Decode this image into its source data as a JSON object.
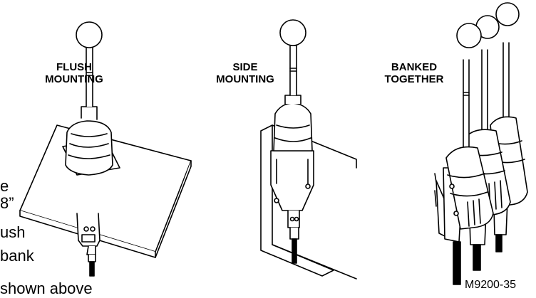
{
  "labels": {
    "flush_line1": "FLUSH",
    "flush_line2": "MOUNTING",
    "side_line1": "SIDE",
    "side_line2": "MOUNTING",
    "banked_line1": "BANKED",
    "banked_line2": "TOGETHER"
  },
  "body_text": {
    "line1": "e",
    "line2": "8”",
    "line3": "ush",
    "line4": "bank",
    "line5": "shown above"
  },
  "figure_code": "M9200-35",
  "colors": {
    "ink": "#000000",
    "paper": "#ffffff"
  }
}
